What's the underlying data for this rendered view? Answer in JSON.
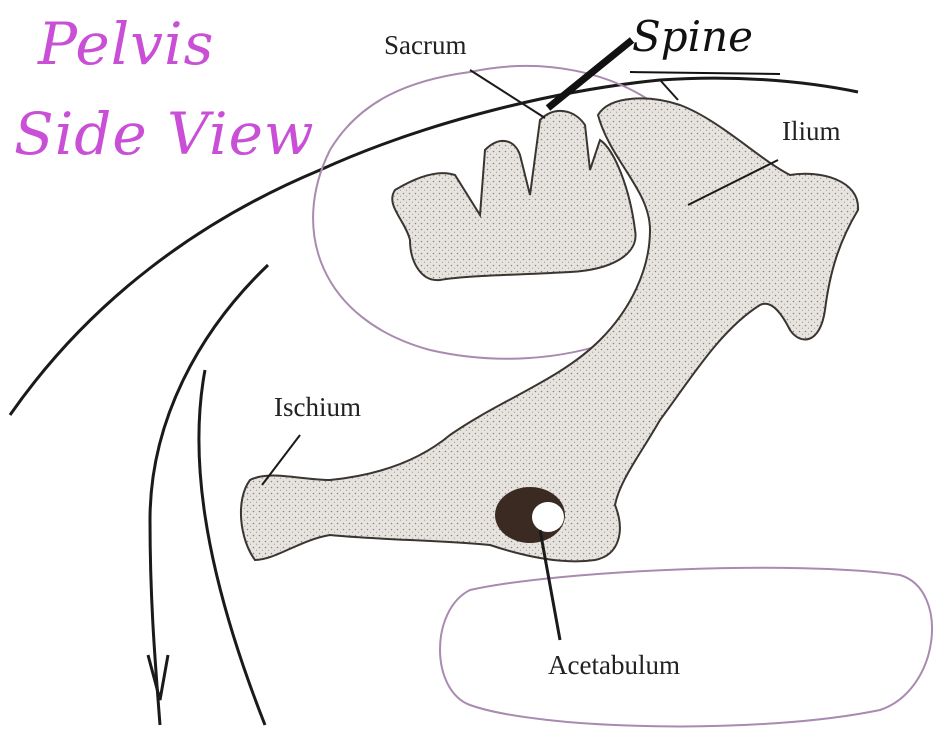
{
  "title": {
    "line1": "Pelvis",
    "line2": "Side View"
  },
  "labels": {
    "sacrum": "Sacrum",
    "spine": "Spine",
    "ilium": "Ilium",
    "ischium": "Ischium",
    "acetabulum": "Acetabulum"
  },
  "colors": {
    "title": "#c84fd6",
    "outline": "#a98ab0",
    "ink": "#1a1a1a",
    "bone": "#d9d6d2",
    "socket": "#3b2a22"
  }
}
